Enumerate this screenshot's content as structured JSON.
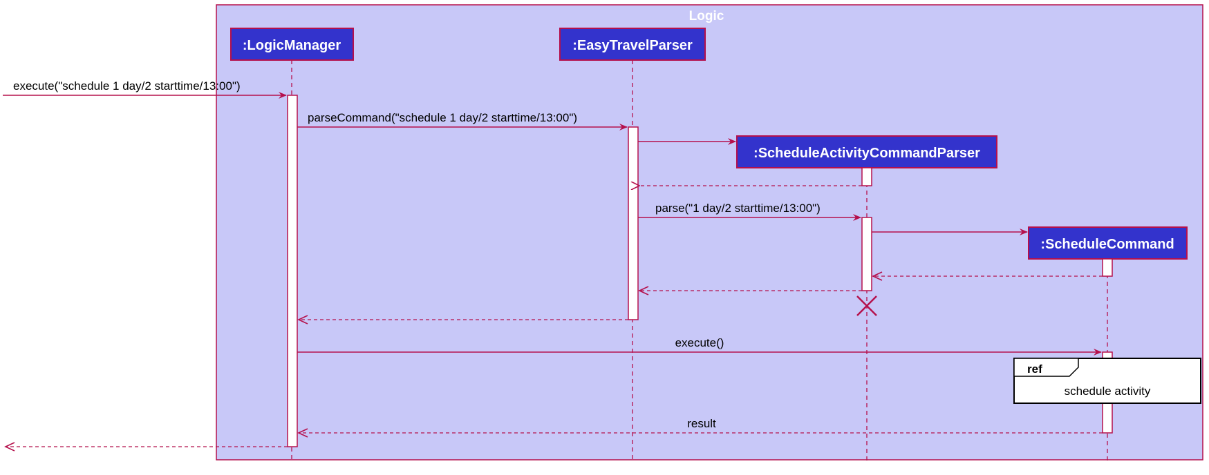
{
  "frame": {
    "title": "Logic"
  },
  "participants": {
    "logic_manager": ":LogicManager",
    "parser": ":EasyTravelParser",
    "activity_parser": ":ScheduleActivityCommandParser",
    "schedule_command": ":ScheduleCommand"
  },
  "messages": {
    "execute_input": "execute(\"schedule 1 day/2 starttime/13:00\")",
    "parse_command": "parseCommand(\"schedule 1 day/2 starttime/13:00\")",
    "parse": "parse(\"1 day/2 starttime/13:00\")",
    "execute_call": "execute()",
    "result": "result"
  },
  "ref": {
    "tag": "ref",
    "text": "schedule activity"
  },
  "colors": {
    "frame_fill": "#c8c8f8",
    "frame_border": "#b5104c",
    "participant_fill": "#3333cc",
    "participant_border": "#b5104c",
    "arrow": "#b5104c",
    "title_text": "#ffffff"
  }
}
